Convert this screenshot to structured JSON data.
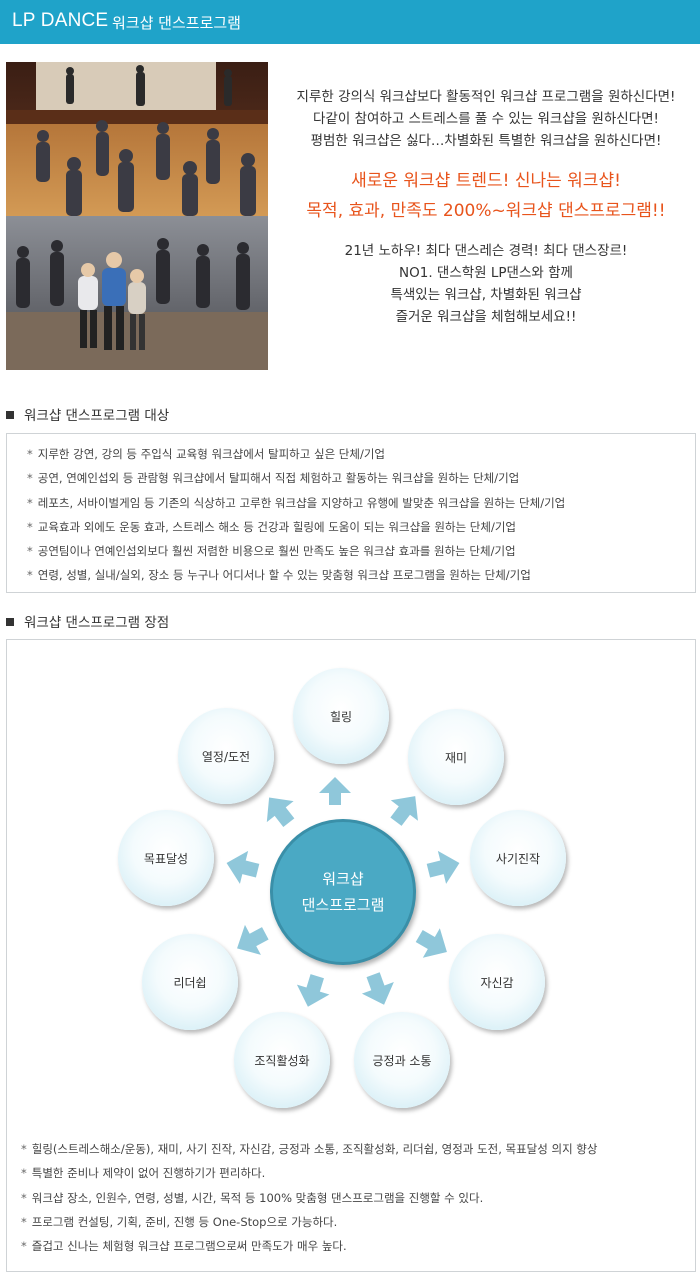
{
  "header": {
    "brand": "LP DANCE",
    "subtitle": "워크샵 댄스프로그램"
  },
  "intro": {
    "lines": [
      "지루한 강의식 워크샵보다 활동적인 워크샵 프로그램을 원하신다면!",
      "다같이 참여하고 스트레스를 풀 수 있는 워크샵을 원하신다면!",
      "평범한 워크샵은 싫다…차별화된 특별한 워크샵을 원하신다면!"
    ],
    "highlight": [
      "새로운 워크샵 트렌드! 신나는 워크샵!",
      "목적, 효과, 만족도 200%~워크샵 댄스프로그램!!"
    ],
    "tail": [
      "21년 노하우! 최다 댄스레슨 경력! 최다 댄스장르!",
      "NO1. 댄스학원 LP댄스와 함께",
      "특색있는 워크샵, 차별화된 워크샵",
      "즐거운 워크샵을 체험해보세요!!"
    ]
  },
  "target": {
    "title": "워크샵 댄스프로그램 대상",
    "items": [
      "지루한 강연, 강의 등 주입식 교육형 워크샵에서 탈피하고 싶은 단체/기업",
      "공연, 연예인섭외 등 관람형 워크샵에서 탈피해서 직접 체험하고 활동하는 워크샵을 원하는 단체/기업",
      "레포츠, 서바이벌게임 등 기존의 식상하고 고루한 워크샵을 지양하고 유행에 발맞춘 워크샵을 원하는 단체/기업",
      "교육효과 외에도 운동 효과, 스트레스 해소 등 건강과 힐링에 도움이 되는 워크샵을 원하는 단체/기업",
      "공연팀이나 연예인섭외보다 훨씬 저렴한 비용으로 훨씬 만족도 높은 워크샵 효과를 원하는 단체/기업",
      "연령, 성별, 실내/실외, 장소 등 누구나 어디서나 할 수 있는 맞춤형 워크샵 프로그램을 원하는 단체/기업"
    ]
  },
  "benefits": {
    "title": "워크샵 댄스프로그램 장점",
    "center": [
      "워크샵",
      "댄스프로그램"
    ],
    "nodes": {
      "healing": "힐링",
      "fun": "재미",
      "morale": "사기진작",
      "confidence": "자신감",
      "positive": "긍정과 소통",
      "activation": "조직활성화",
      "leadership": "리더쉽",
      "goal": "목표달성",
      "passion": "열정/도전"
    },
    "items": [
      "힐링(스트레스해소/운동), 재미, 사기 진작, 자신감, 긍정과 소통, 조직활성화, 리더쉽, 영정과 도전, 목표달성 의지 향상",
      "특별한 준비나 제약이 없어 진행하기가 편리하다.",
      "워크샵 장소, 인원수, 연령, 성별, 시간, 목적 등 100% 맞춤형 댄스프로그램을 진행할 수 있다.",
      "프로그램 컨설팅, 기획, 준비, 진행 등 One-Stop으로 가능하다.",
      "즐겁고 신나는 체험형 워크샵 프로그램으로써 만족도가 매우 높다."
    ]
  },
  "colors": {
    "header": "#1fa3c9",
    "highlight": "#e8541c",
    "center": "#4aa9c4",
    "arrow": "#8fc7da"
  }
}
